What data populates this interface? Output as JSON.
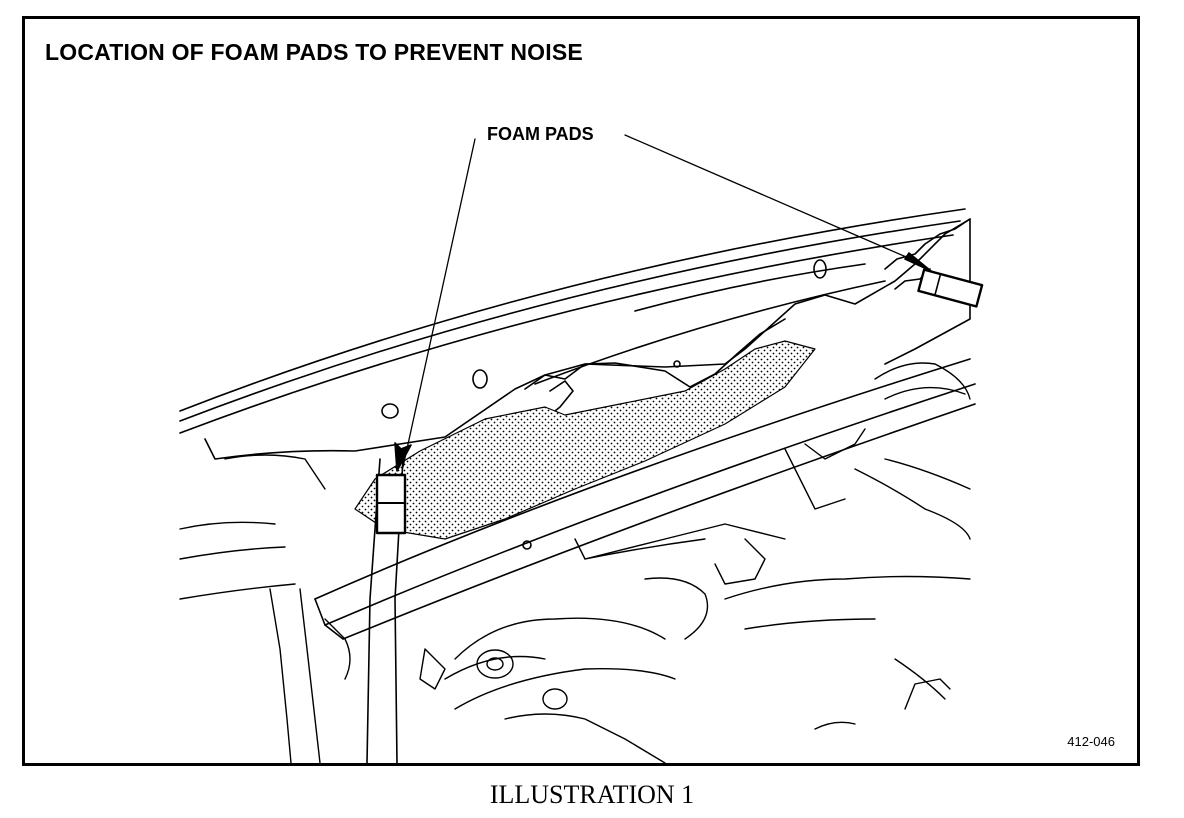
{
  "figure": {
    "title": "LOCATION OF FOAM PADS TO PREVENT NOISE",
    "callout_label": "FOAM PADS",
    "figure_code": "412-046"
  },
  "caption": "ILLUSTRATION 1"
}
